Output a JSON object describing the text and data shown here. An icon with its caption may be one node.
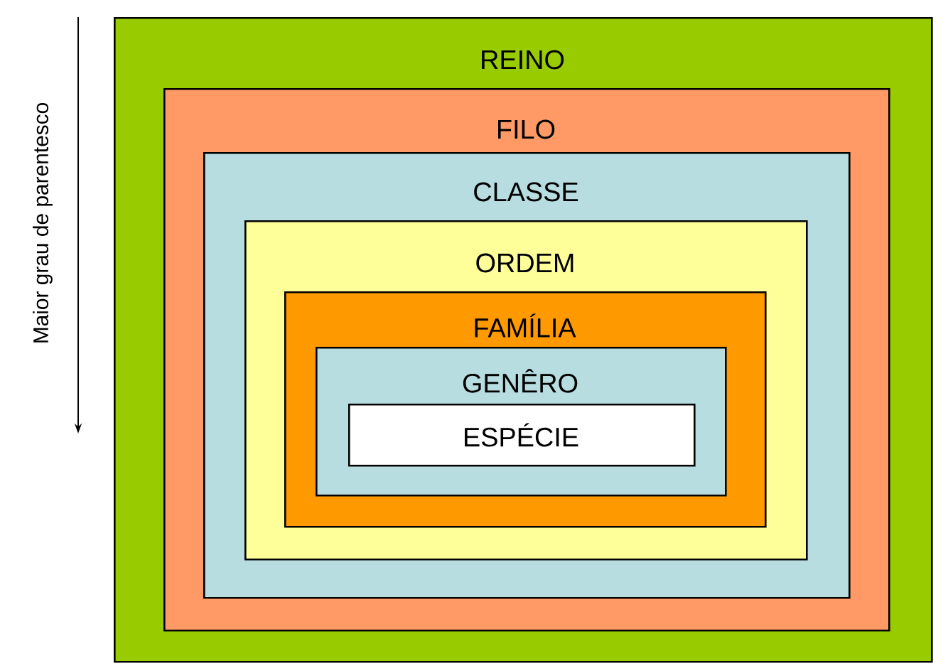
{
  "diagram": {
    "nodes": [
      {
        "text": [
          "REINO"
        ]
      },
      {
        "text": [
          "FILO"
        ],
        "in": 0
      },
      {
        "text": [
          "CLASSE"
        ],
        "in": 1
      },
      {
        "text": [
          "ORDEM"
        ],
        "in": 2
      },
      {
        "text": [
          "FAMÍLIA"
        ],
        "in": 3
      },
      {
        "text": [
          "GENÊRO"
        ],
        "in": 4
      },
      {
        "text": [
          "ESPÉCIE"
        ],
        "in": 5
      }
    ],
    "labels": [
      "Maior grau de parentesco"
    ]
  }
}
